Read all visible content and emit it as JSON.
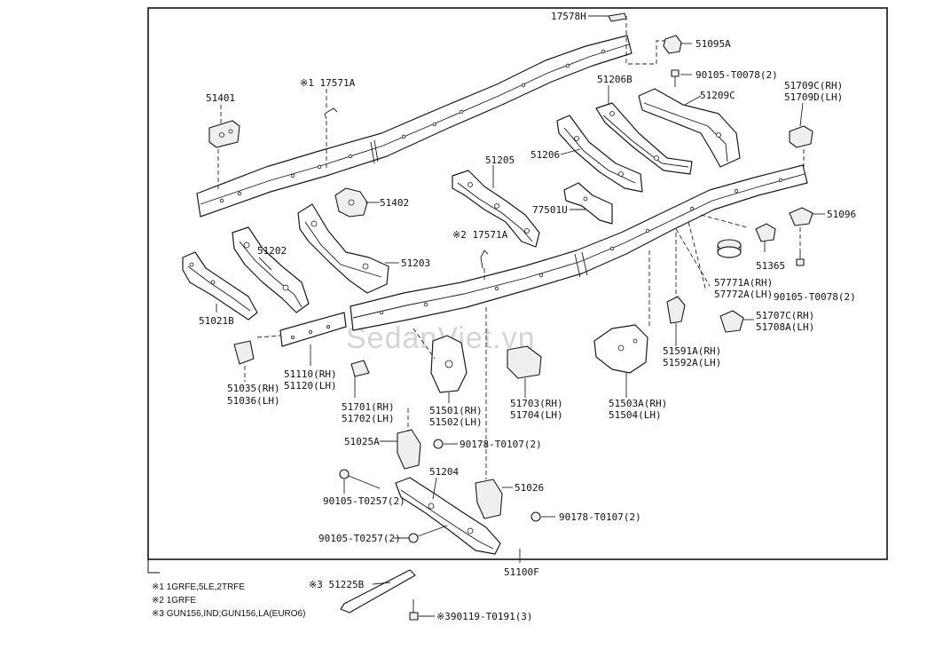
{
  "watermark": "SedanViet.vn",
  "labels": [
    {
      "id": "p17578h",
      "text": "17578H"
    },
    {
      "id": "p51095a",
      "text": "51095A"
    },
    {
      "id": "p90105a",
      "text": "90105-T0078(2)"
    },
    {
      "id": "p51401",
      "text": "51401"
    },
    {
      "id": "p17571a1",
      "text": "※1 17571A"
    },
    {
      "id": "p51206b",
      "text": "51206B"
    },
    {
      "id": "p51209c",
      "text": "51209C"
    },
    {
      "id": "p51709c",
      "text": "51709C(RH)"
    },
    {
      "id": "p51709d",
      "text": "51709D(LH)"
    },
    {
      "id": "p51206",
      "text": "51206"
    },
    {
      "id": "p51205",
      "text": "51205"
    },
    {
      "id": "p51402",
      "text": "51402"
    },
    {
      "id": "p77501u",
      "text": "77501U"
    },
    {
      "id": "p51096",
      "text": "51096"
    },
    {
      "id": "p17571a2",
      "text": "※2 17571A"
    },
    {
      "id": "p51202",
      "text": "51202"
    },
    {
      "id": "p51203",
      "text": "51203"
    },
    {
      "id": "p51365",
      "text": "51365"
    },
    {
      "id": "p57771a",
      "text": "57771A(RH)"
    },
    {
      "id": "p57772a",
      "text": "57772A(LH)"
    },
    {
      "id": "p90105b",
      "text": "90105-T0078(2)"
    },
    {
      "id": "p51021b",
      "text": "51021B"
    },
    {
      "id": "p51707c",
      "text": "51707C(RH)"
    },
    {
      "id": "p51708a",
      "text": "51708A(LH)"
    },
    {
      "id": "p51591a",
      "text": "51591A(RH)"
    },
    {
      "id": "p51592a",
      "text": "51592A(LH)"
    },
    {
      "id": "p51110",
      "text": "51110(RH)"
    },
    {
      "id": "p51120",
      "text": "51120(LH)"
    },
    {
      "id": "p51035",
      "text": "51035(RH)"
    },
    {
      "id": "p51036",
      "text": "51036(LH)"
    },
    {
      "id": "p51701",
      "text": "51701(RH)"
    },
    {
      "id": "p51702",
      "text": "51702(LH)"
    },
    {
      "id": "p51501",
      "text": "51501(RH)"
    },
    {
      "id": "p51502",
      "text": "51502(LH)"
    },
    {
      "id": "p51703",
      "text": "51703(RH)"
    },
    {
      "id": "p51704",
      "text": "51704(LH)"
    },
    {
      "id": "p51503a",
      "text": "51503A(RH)"
    },
    {
      "id": "p51504",
      "text": "51504(LH)"
    },
    {
      "id": "p51025a",
      "text": "51025A"
    },
    {
      "id": "p90178a",
      "text": "90178-T0107(2)"
    },
    {
      "id": "p51204",
      "text": "51204"
    },
    {
      "id": "p51026",
      "text": "51026"
    },
    {
      "id": "p90105c",
      "text": "90105-T0257(2)"
    },
    {
      "id": "p90178b",
      "text": "90178-T0107(2)"
    },
    {
      "id": "p90105d",
      "text": "90105-T0257(2)"
    },
    {
      "id": "p51100f",
      "text": "51100F"
    },
    {
      "id": "p51225b",
      "text": "※3 51225B"
    },
    {
      "id": "p90119",
      "text": "※390119-T0191(3)"
    }
  ],
  "notes": [
    "※1 1GRFE,5LE,2TRFE",
    "※2 1GRFE",
    "※3 GUN156,IND;GUN156,LA(EURO6)"
  ]
}
